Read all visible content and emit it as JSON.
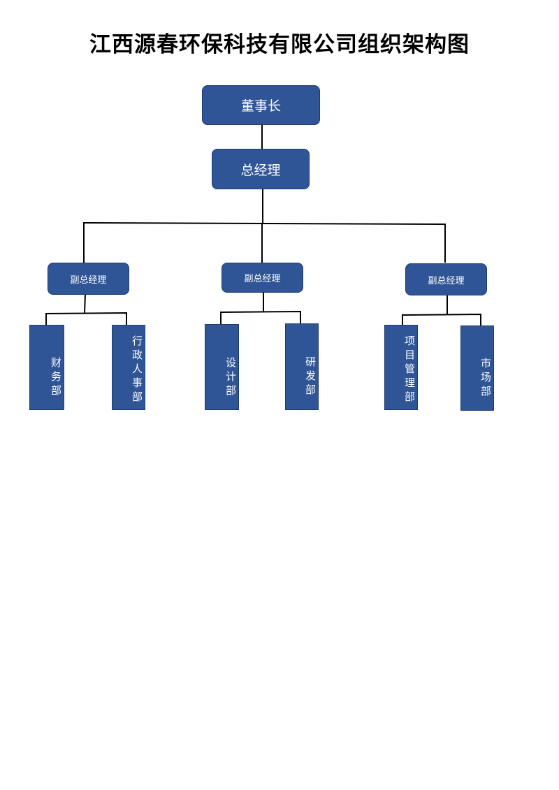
{
  "title": "江西源春环保科技有限公司组织架构图",
  "colors": {
    "box_fill": "#2f5597",
    "box_border": "#1f3a6e",
    "text": "#ffffff",
    "line": "#000000"
  },
  "chairman": "董事长",
  "general_manager": "总经理",
  "vice_managers": [
    {
      "label": "副总经理",
      "departments": [
        "财务部",
        "行政人事部"
      ]
    },
    {
      "label": "副总经理",
      "departments": [
        "设计部",
        "研发部"
      ]
    },
    {
      "label": "副总经理",
      "departments": [
        "项目管理部",
        "市场部"
      ]
    }
  ]
}
